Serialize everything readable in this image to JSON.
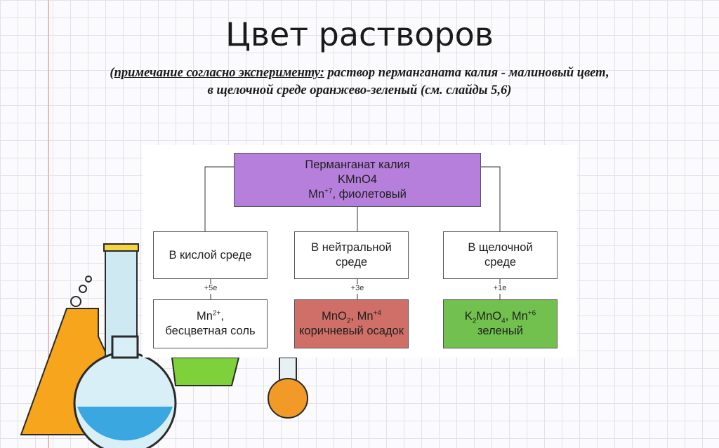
{
  "slide": {
    "title": "Цвет растворов",
    "note_prefix": "(",
    "note_underlined": "примечание согласно эксперименту:",
    "note_rest": " раствор перманганата калия - малиновый цвет,",
    "note_line2": "в щелочной среде оранжево-зеленый (см. слайды 5,6)"
  },
  "diagram": {
    "root": {
      "line1": "Перманганат калия",
      "line2": "KMnO4",
      "line3_prefix": "Mn",
      "line3_sup": "+7",
      "line3_suffix": ", фиолетовый",
      "color": "#b77fdc"
    },
    "conditions": {
      "acid": "В кислой среде",
      "neutral_1": "В нейтральной",
      "neutral_2": "среде",
      "alkaline_1": "В щелочной",
      "alkaline_2": "среде"
    },
    "electrons": {
      "acid": "+5e",
      "neutral": "+3e",
      "alkaline": "+1e"
    },
    "results": {
      "acid": {
        "formula": "Mn",
        "sup": "2+",
        "suffix": ",",
        "line2": "бесцветная соль",
        "color": "#ffffff"
      },
      "neutral": {
        "formula_a": "MnO",
        "sub": "2",
        "formula_b": ", Mn",
        "sup": "+4",
        "line2": "коричневый осадок",
        "color": "#cf6f68"
      },
      "alkaline": {
        "formula_a": "K",
        "sub1": "2",
        "formula_b": "MnO",
        "sub2": "4",
        "formula_c": ", Mn",
        "sup": "+6",
        "line2": "зеленый",
        "color": "#72c14e"
      }
    }
  }
}
